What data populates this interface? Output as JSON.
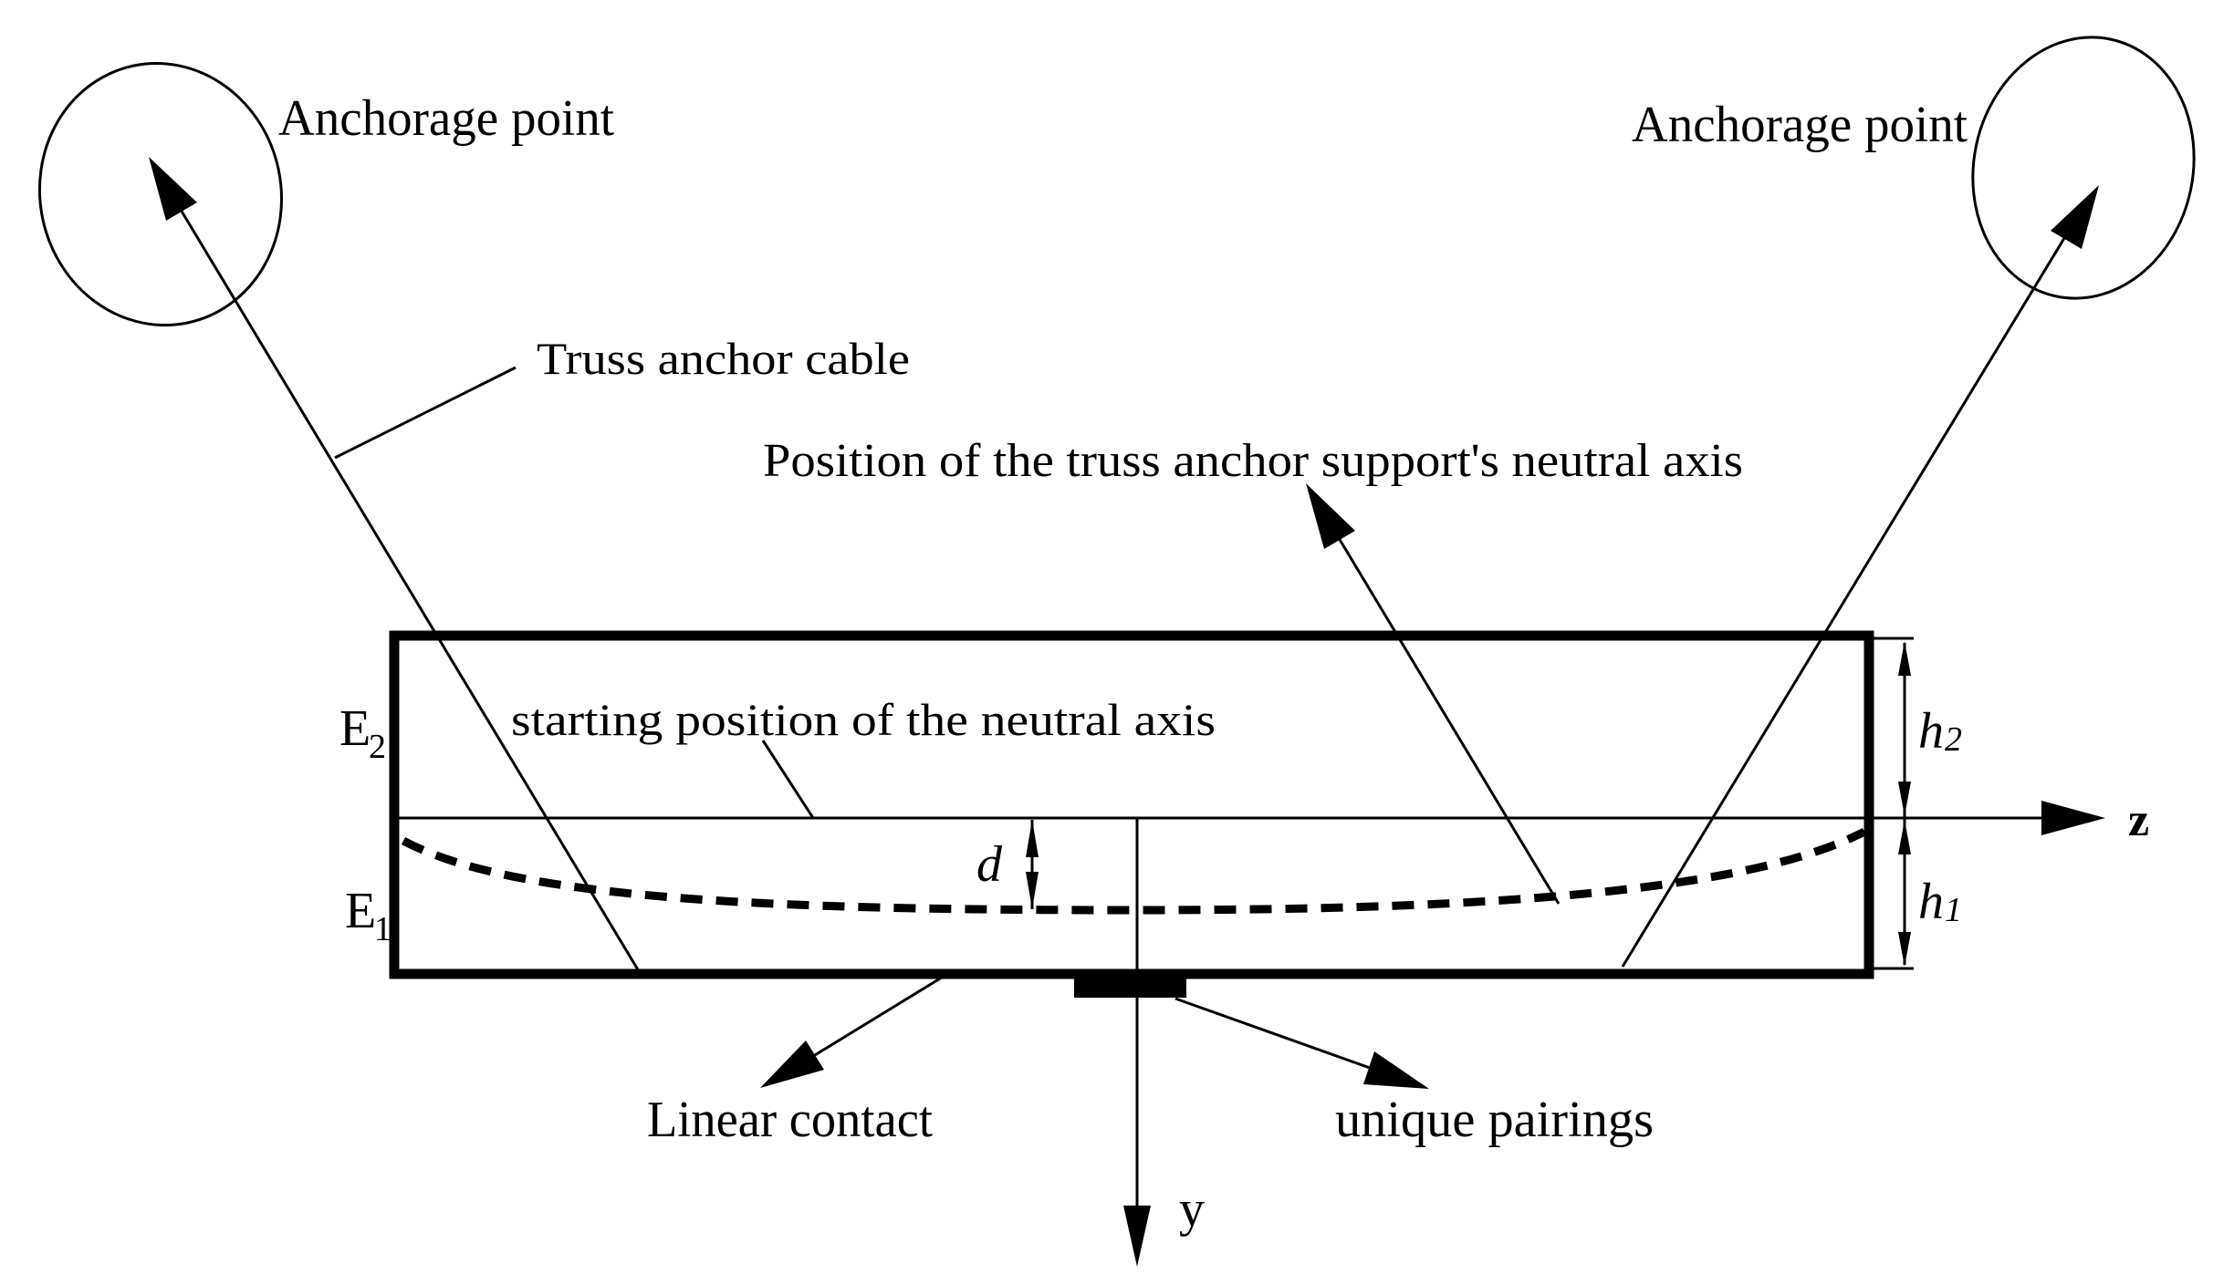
{
  "figure": {
    "type": "engineering-diagram",
    "background": "#ffffff",
    "ink": "#000000"
  },
  "labels": {
    "anchorage_left": "Anchorage point",
    "anchorage_right": "Anchorage point",
    "truss_cable": "Truss anchor cable",
    "position_neutral_axis": "Position of the truss anchor support's neutral axis",
    "starting_position": "starting position of the neutral axis",
    "linear_contact": "Linear contact",
    "unique_pairings": "unique pairings"
  },
  "symbols": {
    "modulus_upper": {
      "base": "E",
      "sub": "2"
    },
    "modulus_lower": {
      "base": "E",
      "sub": "1"
    },
    "height_upper": {
      "base": "h",
      "sub": "2"
    },
    "height_lower": {
      "base": "h",
      "sub": "1"
    },
    "deflection": "d",
    "axis_horizontal": "z",
    "axis_vertical": "y"
  }
}
